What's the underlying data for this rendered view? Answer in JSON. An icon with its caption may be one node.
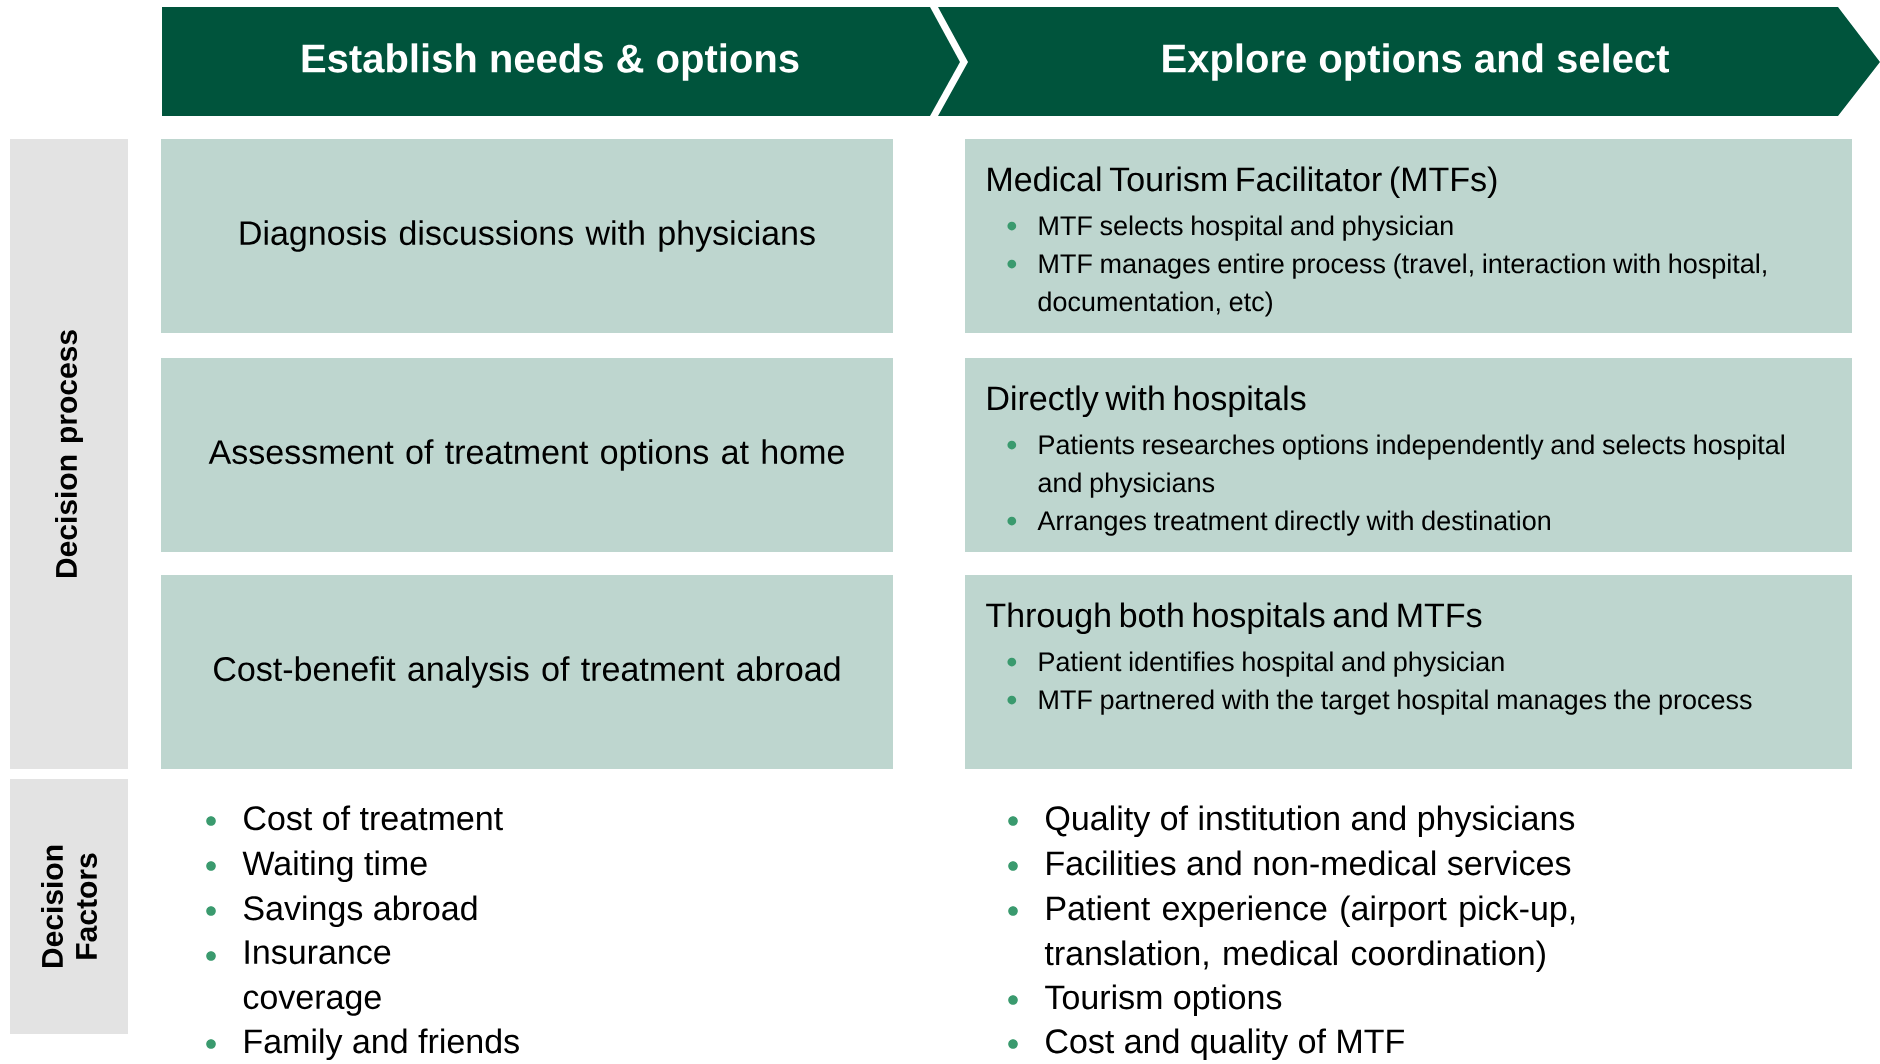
{
  "diagram": {
    "nodes": [
      {
        "text": [
          "Establish needs & options"
        ]
      },
      {
        "text": [
          "Explore options and select"
        ]
      },
      {
        "text": [
          "Decision process"
        ]
      },
      {
        "text": [
          "Diagnosis discussions with physicians"
        ]
      },
      {
        "text": [
          "Assessment of treatment options at home"
        ]
      },
      {
        "text": [
          "Cost-benefit analysis of treatment abroad"
        ]
      },
      {
        "text": [
          "Medical Tourism Facilitator (MTFs)",
          "MTF selects hospital and physician",
          "MTF manages entire process (travel, interaction with hospital, documentation, etc)"
        ]
      },
      {
        "text": [
          "Directly with hospitals",
          "Patients researches options independently and selects hospital and physicians",
          "Arranges treatment directly with destination"
        ]
      },
      {
        "text": [
          "Through both hospitals and MTFs",
          "Patient identifies hospital and physician",
          "MTF partnered with the target hospital manages the process"
        ]
      },
      {
        "text": [
          "Decision Factors"
        ]
      }
    ],
    "labels": [
      "Cost of treatment",
      "Waiting time",
      "Savings abroad",
      "Insurance coverage",
      "Family and friends",
      "Quality of institution and physicians",
      "Facilities and non-medical services",
      "Patient experience (airport pick-up, translation, medical coordination)",
      "Tourism options",
      "Cost and quality of MTF"
    ]
  }
}
